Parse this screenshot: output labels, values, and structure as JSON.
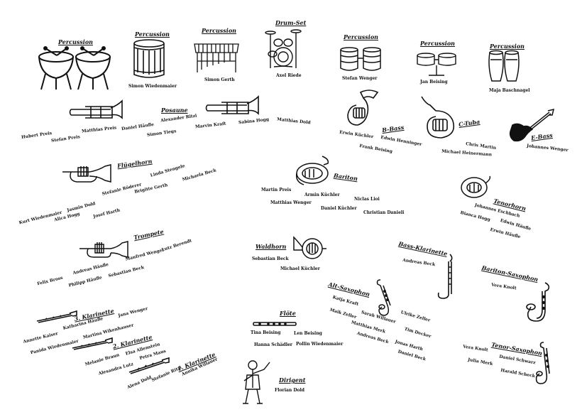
{
  "sections": [
    {
      "id": "perc1",
      "heading": "Percussion",
      "names": []
    },
    {
      "id": "perc2",
      "heading": "Percussion",
      "names": [
        "Simon Wiedenmaier"
      ]
    },
    {
      "id": "perc3",
      "heading": "Percussion",
      "names": [
        "Simon Gerth"
      ]
    },
    {
      "id": "drumset",
      "heading": "Drum-Set",
      "names": [
        "Axel Riede"
      ]
    },
    {
      "id": "perc4",
      "heading": "Percussion",
      "names": [
        "Stefan Wenger"
      ]
    },
    {
      "id": "perc5",
      "heading": "Percussion",
      "names": [
        "Jan Beising"
      ]
    },
    {
      "id": "perc6",
      "heading": "Percussion",
      "names": [
        "Maja Baschnagel"
      ]
    },
    {
      "id": "posaune",
      "heading": "Posaune",
      "names": [
        "Hubert Preis",
        "Stefan Preis",
        "Matthias Preis",
        "Daniel Häufle",
        "Alexander Ritzi",
        "Simon Tiegs",
        "Marvin Kraft",
        "Sabina Hogg",
        "Matthias Dold"
      ]
    },
    {
      "id": "bbass",
      "heading": "B-Bass",
      "names": [
        "Erwin Küchler",
        "Edwin Henninger",
        "Frank Beising"
      ]
    },
    {
      "id": "ctuba",
      "heading": "C-Tuba",
      "names": [
        "Chris Martin",
        "Michael Heinermann"
      ]
    },
    {
      "id": "ebass",
      "heading": "E-Bass",
      "names": [
        "Johannes Wenger"
      ]
    },
    {
      "id": "fluegelhorn",
      "heading": "Flügelhorn",
      "names": [
        "Linda Stengele",
        "Michaela Beck",
        "Stefanie Röderer",
        "Brigitte Gerth",
        "Jasmin Dold",
        "Kurt Wiedenmaier",
        "Alica Hogg",
        "Josef Harth"
      ]
    },
    {
      "id": "bariton",
      "heading": "Bariton",
      "names": [
        "Martin Preis",
        "Armin Küchler",
        "Niclas Lioi",
        "Matthias Wenger",
        "Daniel Küchler",
        "Christian Danieli"
      ]
    },
    {
      "id": "tenorhorn",
      "heading": "Tenorhorn",
      "names": [
        "Johannes Eschbach",
        "Bianca Hogg",
        "Edwin Häufle",
        "Erwin Häufle"
      ]
    },
    {
      "id": "trompete",
      "heading": "Trompete",
      "names": [
        "Lutz Berendt",
        "Manfred Wenger",
        "Andreas Häufle",
        "Sebastian Beck",
        "Felix Bross",
        "Philipp Häufle"
      ]
    },
    {
      "id": "waldhorn",
      "heading": "Waldhorn",
      "names": [
        "Sebastian Beck",
        "Michael Küchler"
      ]
    },
    {
      "id": "bassklarinette",
      "heading": "Bass-Klarinette",
      "names": [
        "Andreas Beck"
      ]
    },
    {
      "id": "baritonsax",
      "heading": "Bariton-Saxophon",
      "names": [
        "Vera Knolt"
      ]
    },
    {
      "id": "altsax",
      "heading": "Alt-Saxophon",
      "names": [
        "Katja Kraft",
        "Maik Zeller",
        "Sarah Willauer",
        "Matthias Merk",
        "Andreas Beck",
        "Ulrike Zeller",
        "Tim Decker",
        "Jonas Harth",
        "Daniel Beck"
      ]
    },
    {
      "id": "tenorsax",
      "heading": "Tenor-Saxophon",
      "names": [
        "Vera Knolt",
        "Daniel Schwarz",
        "Julia Merk",
        "Harald Scheck"
      ]
    },
    {
      "id": "kl3",
      "heading": "3. Klarinette",
      "names": [
        "Jana Wenger",
        "Katharina Häufle",
        "Annette Kaiser",
        "Martina Wikenhauser",
        "Panida Wiedenmaier"
      ]
    },
    {
      "id": "kl2",
      "heading": "2. Klarinette",
      "names": [
        "Elsa Allenstein",
        "Petra Maus",
        "Melanie Braun",
        "Alexandra Lutz"
      ]
    },
    {
      "id": "kl1",
      "heading": "1. Klarinette",
      "names": [
        "Annika Willauer",
        "Stefanie Ritzi",
        "Alena Dold"
      ]
    },
    {
      "id": "floete",
      "heading": "Flöte",
      "names": [
        "Tina Beising",
        "Len Beising",
        "Hanna Schädler",
        "Pollin Wiedenmaier"
      ]
    },
    {
      "id": "dirigent",
      "heading": "Dirigent",
      "names": [
        "Florian Dold"
      ]
    }
  ]
}
